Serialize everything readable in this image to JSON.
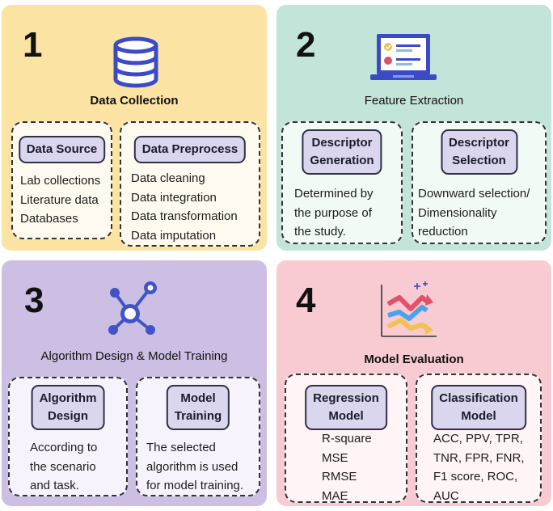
{
  "panels": [
    {
      "number": "1",
      "title": "Data Collection",
      "boxes": [
        {
          "heading": "Data Source",
          "items": [
            "Lab collections",
            "Literature data",
            "Databases"
          ]
        },
        {
          "heading": "Data Preprocess",
          "items": [
            "Data cleaning",
            "Data integration",
            "Data transformation",
            "Data imputation"
          ]
        }
      ]
    },
    {
      "number": "2",
      "title": "Feature Extraction",
      "boxes": [
        {
          "heading_lines": [
            "Descriptor",
            "Generation"
          ],
          "items": [
            "Determined by",
            "the purpose of",
            "the study."
          ]
        },
        {
          "heading_lines": [
            "Descriptor",
            "Selection"
          ],
          "items": [
            "Downward selection/",
            "Dimensionality",
            "reduction"
          ]
        }
      ]
    },
    {
      "number": "3",
      "title": "Algorithm Design & Model Training",
      "boxes": [
        {
          "heading_lines": [
            "Algorithm",
            "Design"
          ],
          "items": [
            "According to",
            "the scenario",
            "and task."
          ]
        },
        {
          "heading_lines": [
            "Model",
            "Training"
          ],
          "items": [
            "The selected",
            "algorithm is used",
            "for model training."
          ]
        }
      ]
    },
    {
      "number": "4",
      "title": "Model Evaluation",
      "boxes": [
        {
          "heading_lines": [
            "Regression",
            "Model"
          ],
          "items": [
            "R-square",
            "MSE",
            "RMSE",
            "MAE"
          ]
        },
        {
          "heading_lines": [
            "Classification",
            "Model"
          ],
          "items": [
            "ACC, PPV, TPR,",
            "TNR, FPR, FNR,",
            "F1 score, ROC,",
            "AUC"
          ]
        }
      ]
    }
  ],
  "icons": [
    "database-icon",
    "monitor-checklist-icon",
    "network-nodes-icon",
    "trend-chart-icon"
  ]
}
